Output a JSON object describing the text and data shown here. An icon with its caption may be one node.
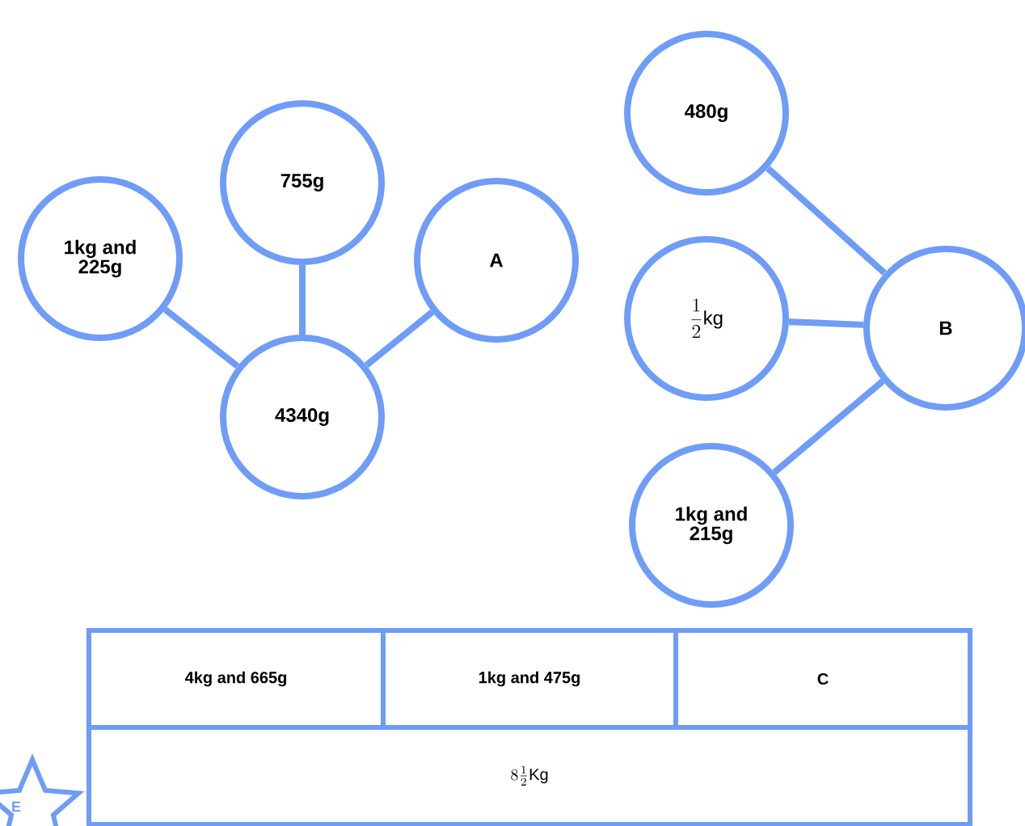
{
  "diagram": {
    "nodes": [
      {
        "text": [
          "1kg and 225g"
        ]
      },
      {
        "text": [
          "755g"
        ]
      },
      {
        "text": [
          "A"
        ]
      },
      {
        "text": [
          "4340g"
        ]
      },
      {
        "text": [
          "480g"
        ]
      },
      {
        "text": [
          "\\frac{1}{2}\\mathrm{kg}"
        ]
      },
      {
        "text": [
          "B"
        ]
      },
      {
        "text": [
          "1kg and 215g"
        ]
      }
    ],
    "edges": [
      {
        "from": 0,
        "to": 3,
        "arrow": "none"
      },
      {
        "from": 1,
        "to": 3,
        "arrow": "none"
      },
      {
        "from": 2,
        "to": 3,
        "arrow": "none"
      },
      {
        "from": 4,
        "to": 6,
        "arrow": "none"
      },
      {
        "from": 5,
        "to": 6,
        "arrow": "none"
      },
      {
        "from": 7,
        "to": 6,
        "arrow": "none"
      }
    ],
    "labels": [
      "4kg and 665g",
      "1kg and 475g",
      "C",
      "8\\frac{1}{2}\\mathrm{Kg}",
      "E"
    ]
  }
}
